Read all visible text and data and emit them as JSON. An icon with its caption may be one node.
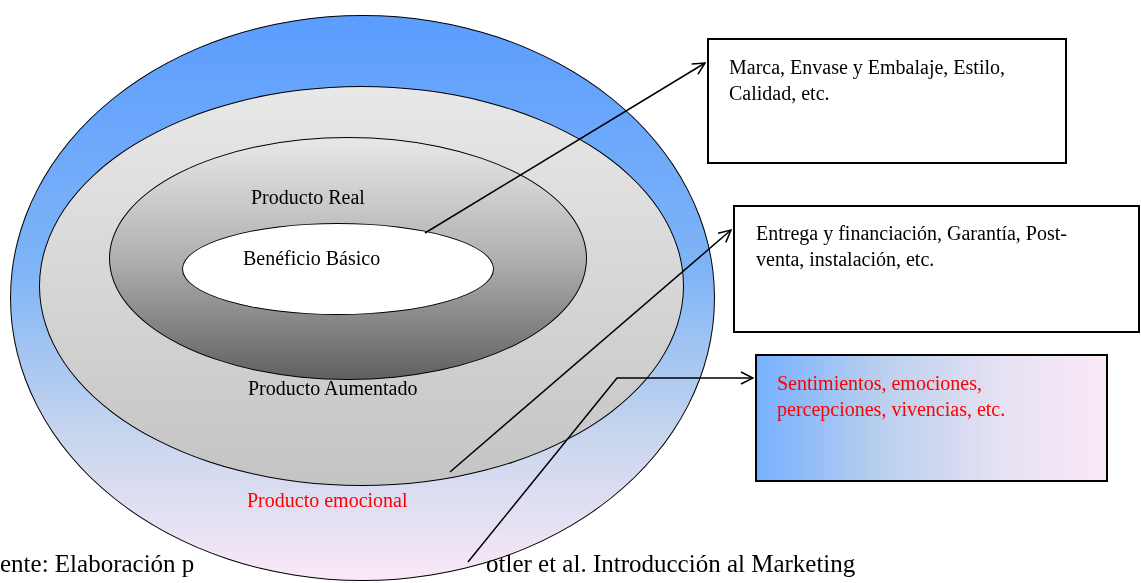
{
  "diagram": {
    "nodes": [
      {
        "text": [
          "Producto emocional"
        ]
      },
      {
        "text": [
          "Producto Aumentado"
        ],
        "in": 0
      },
      {
        "text": [
          "Producto Real"
        ],
        "in": 1
      },
      {
        "text": [
          "Benéficio Básico"
        ],
        "in": 2
      },
      {
        "text": [
          "Marca, Envase y Embalaje, Estilo, Calidad, etc."
        ]
      },
      {
        "text": [
          "Entrega y financiación, Garantía, Post-venta, instalación, etc."
        ]
      },
      {
        "text": [
          "Sentimientos, emociones, percepciones, vivencias, etc."
        ]
      }
    ],
    "edges": [
      {
        "from": 3,
        "to": 4,
        "arrow": "to"
      },
      {
        "from": 1,
        "to": 5,
        "arrow": "to"
      },
      {
        "from": 0,
        "to": 6,
        "arrow": "to"
      }
    ],
    "labels": [
      "ente: Elaboración p",
      "otler et al. Introducción al Marketing"
    ]
  }
}
